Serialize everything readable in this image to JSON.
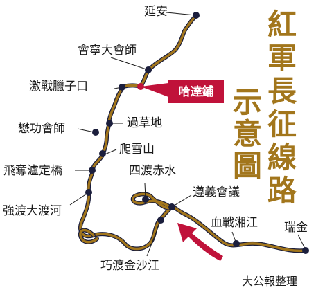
{
  "title": {
    "line1": [
      "紅",
      "軍",
      "長",
      "征",
      "線",
      "路"
    ],
    "line2": [
      "示",
      "意",
      "圖"
    ]
  },
  "credit": "大公報整理",
  "highlight": {
    "label": "哈達鋪"
  },
  "places": [
    {
      "name": "瑞金"
    },
    {
      "name": "血戰湘江"
    },
    {
      "name": "遵義會議"
    },
    {
      "name": "四渡赤水"
    },
    {
      "name": "巧渡金沙江"
    },
    {
      "name": "強渡大渡河"
    },
    {
      "name": "飛奪瀘定橋"
    },
    {
      "name": "爬雪山"
    },
    {
      "name": "懋功會師"
    },
    {
      "name": "過草地"
    },
    {
      "name": "激戰臘子口"
    },
    {
      "name": "會寧大會師"
    },
    {
      "name": "延安"
    }
  ],
  "colors": {
    "route": "#a2761c",
    "node": "#1b1e3c",
    "highlight": "#c0123a",
    "title": "#a2761c"
  }
}
